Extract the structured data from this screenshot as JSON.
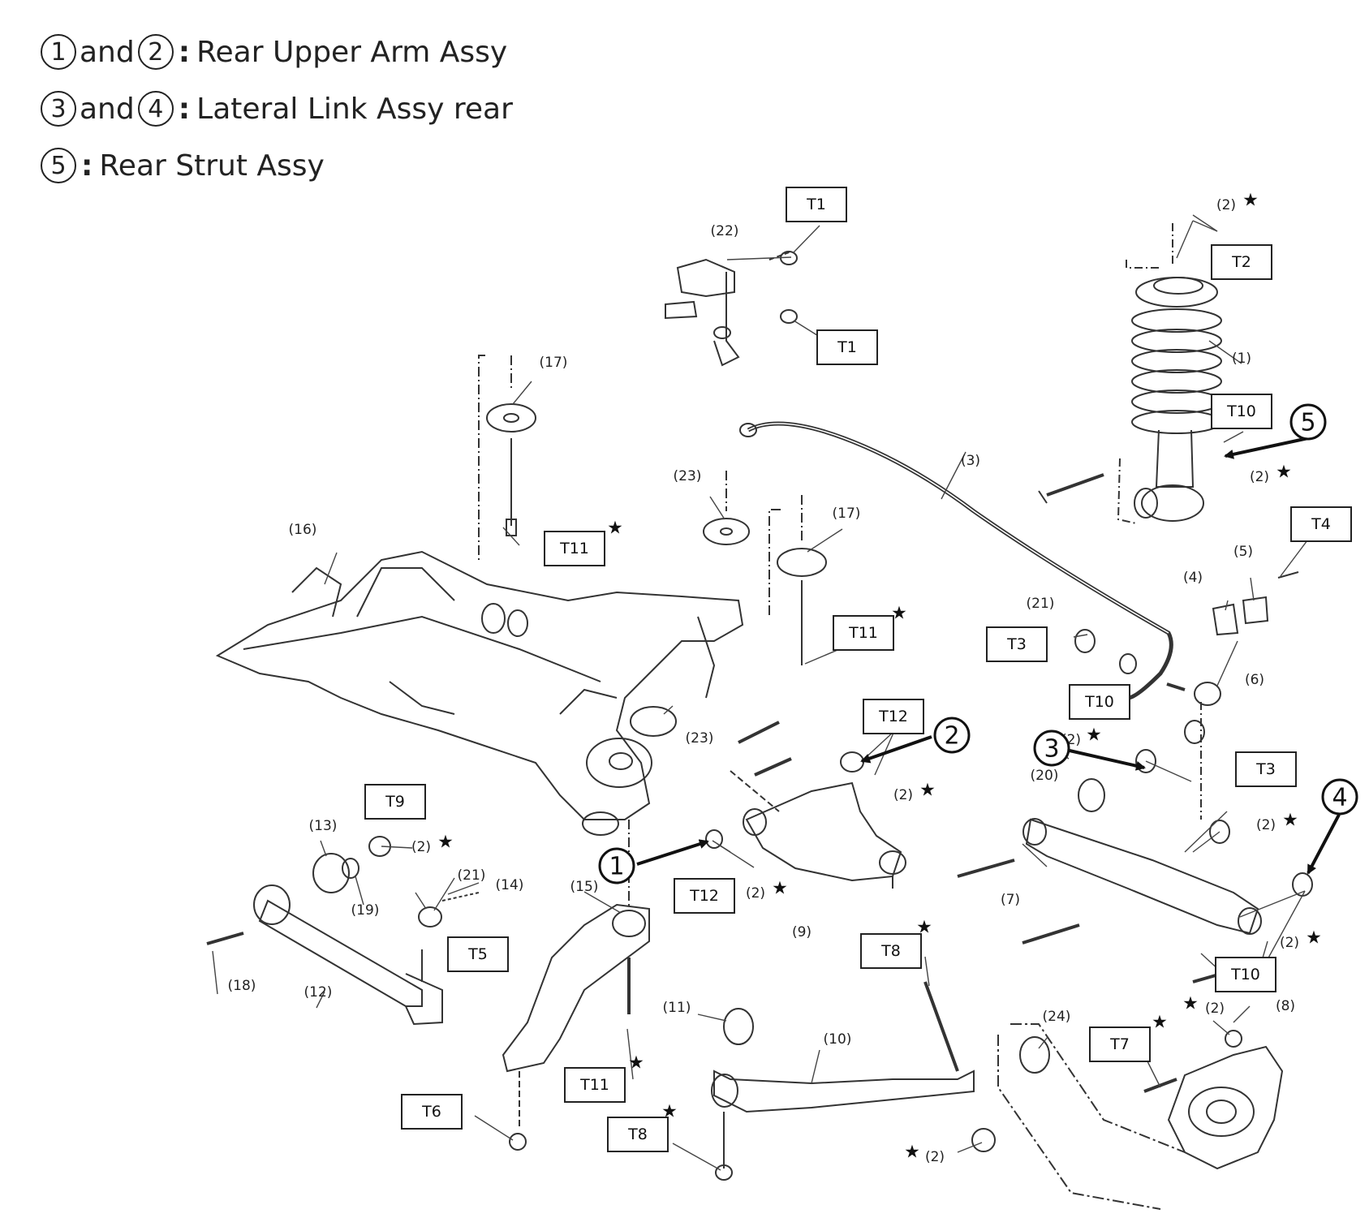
{
  "legend": [
    {
      "keys": [
        "1",
        "2"
      ],
      "joiner": "and",
      "text": "Rear Upper Arm Assy"
    },
    {
      "keys": [
        "3",
        "4"
      ],
      "joiner": "and",
      "text": "Lateral Link Assy rear"
    },
    {
      "keys": [
        "5"
      ],
      "joiner": "",
      "text": "Rear Strut Assy"
    }
  ],
  "torque_boxes": {
    "t1a": "T1",
    "t1b": "T1",
    "t2": "T2",
    "t10a": "T10",
    "t4": "T4",
    "t11a": "T11",
    "t11b": "T11",
    "t3a": "T3",
    "t12a": "T12",
    "t10b": "T10",
    "t3b": "T3",
    "t9": "T9",
    "t12b": "T12",
    "t5": "T5",
    "t8a": "T8",
    "t10c": "T10",
    "t7": "T7",
    "t11c": "T11",
    "t6": "T6",
    "t8b": "T8"
  },
  "part_labels": {
    "p22": "(22)",
    "p17a": "(17)",
    "p17b": "(17)",
    "p23a": "(23)",
    "p23b": "(23)",
    "p16": "(16)",
    "p3": "(3)",
    "p1": "(1)",
    "p4": "(4)",
    "p5": "(5)",
    "p6": "(6)",
    "p21a": "(21)",
    "p21b": "(21)",
    "p20": "(20)",
    "p7": "(7)",
    "p8": "(8)",
    "p9": "(9)",
    "p10": "(10)",
    "p11": "(11)",
    "p12": "(12)",
    "p13": "(13)",
    "p14": "(14)",
    "p15": "(15)",
    "p18": "(18)",
    "p19": "(19)",
    "p24": "(24)"
  },
  "qty_labels": {
    "q_strut_top": "(2)",
    "q_strut_bottom": "(2)",
    "q_upper_arm_t12": "(2)",
    "q_link3": "(2)",
    "q_t3b": "(2)",
    "q_link4": "(2)",
    "q_t9": "(2)",
    "q_t12b": "(2)",
    "q_knuckle": "(2)",
    "q_trailing": "(2)"
  },
  "star_symbol": "★",
  "callouts": {
    "c1": "1",
    "c2": "2",
    "c3": "3",
    "c4": "4",
    "c5": "5"
  }
}
